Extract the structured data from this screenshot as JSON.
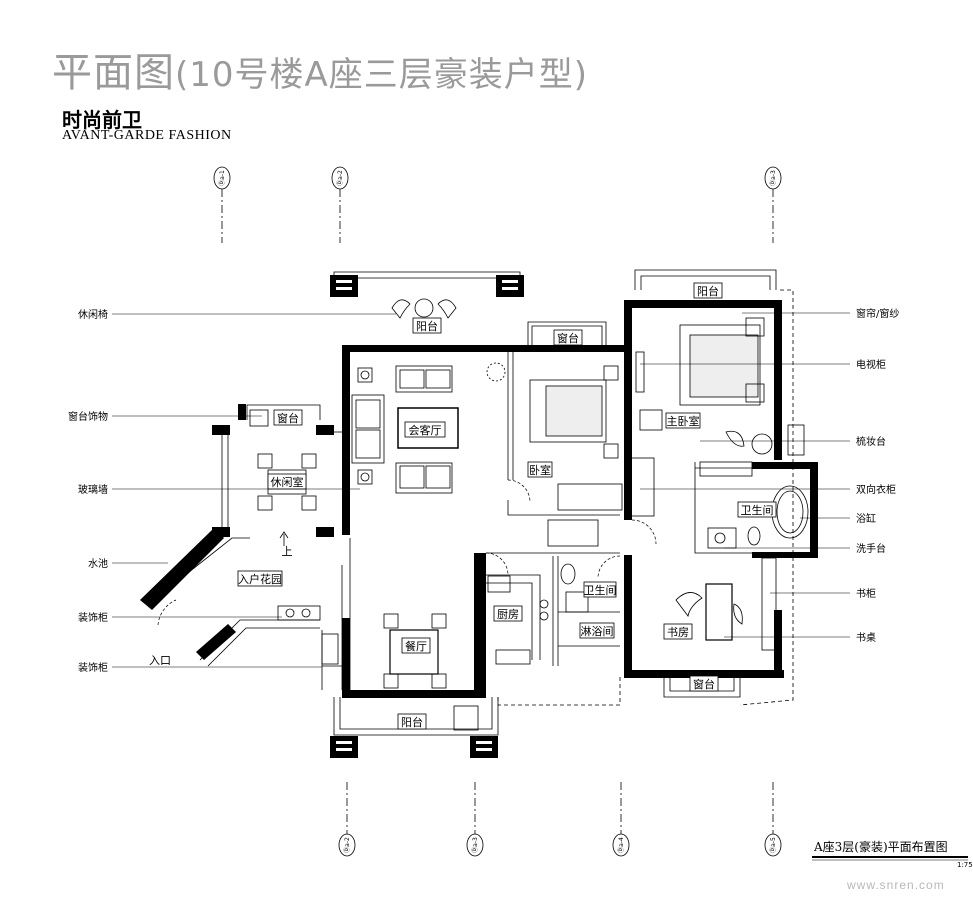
{
  "header": {
    "title_main": "平面图",
    "title_sub": "(10号楼A座三层豪装户型)",
    "subtitle_cn": "时尚前卫",
    "subtitle_en": "AVANT-GARDE FASHION"
  },
  "rooms": {
    "balcony_top_left": "阳台",
    "balcony_top_right": "阳台",
    "window_bay_bedroom": "窗台",
    "window_bay_leisure": "窗台",
    "window_bay_study": "窗台",
    "balcony_bottom": "阳台",
    "living_room": "会客厅",
    "leisure_room": "休闲室",
    "bedroom": "卧室",
    "master_bedroom": "主卧室",
    "bathroom_master": "卫生间",
    "bathroom_small": "卫生间",
    "shower_room": "淋浴间",
    "kitchen": "厨房",
    "dining_room": "餐厅",
    "study": "书房",
    "entry_garden": "入户花园",
    "entrance": "入口",
    "stairs_up": "上"
  },
  "labels_left": [
    "休闲椅",
    "窗台饰物",
    "玻璃墙",
    "水池",
    "装饰柜",
    "装饰柜"
  ],
  "labels_right": [
    "窗帘/窗纱",
    "电视柜",
    "梳妆台",
    "双向衣柜",
    "浴缸",
    "洗手台",
    "书柜",
    "书桌"
  ],
  "grid_marks": {
    "top": [
      "Ⓓa-1",
      "Ⓓa-2",
      "Ⓓa-3"
    ],
    "bottom": [
      "Ⓓa-2",
      "Ⓓa-3",
      "Ⓓa-4",
      "Ⓓa-5"
    ]
  },
  "footer": {
    "caption": "A座3层(豪装)平面布置图",
    "scale": "1:75",
    "watermark": "www.snren.com"
  }
}
